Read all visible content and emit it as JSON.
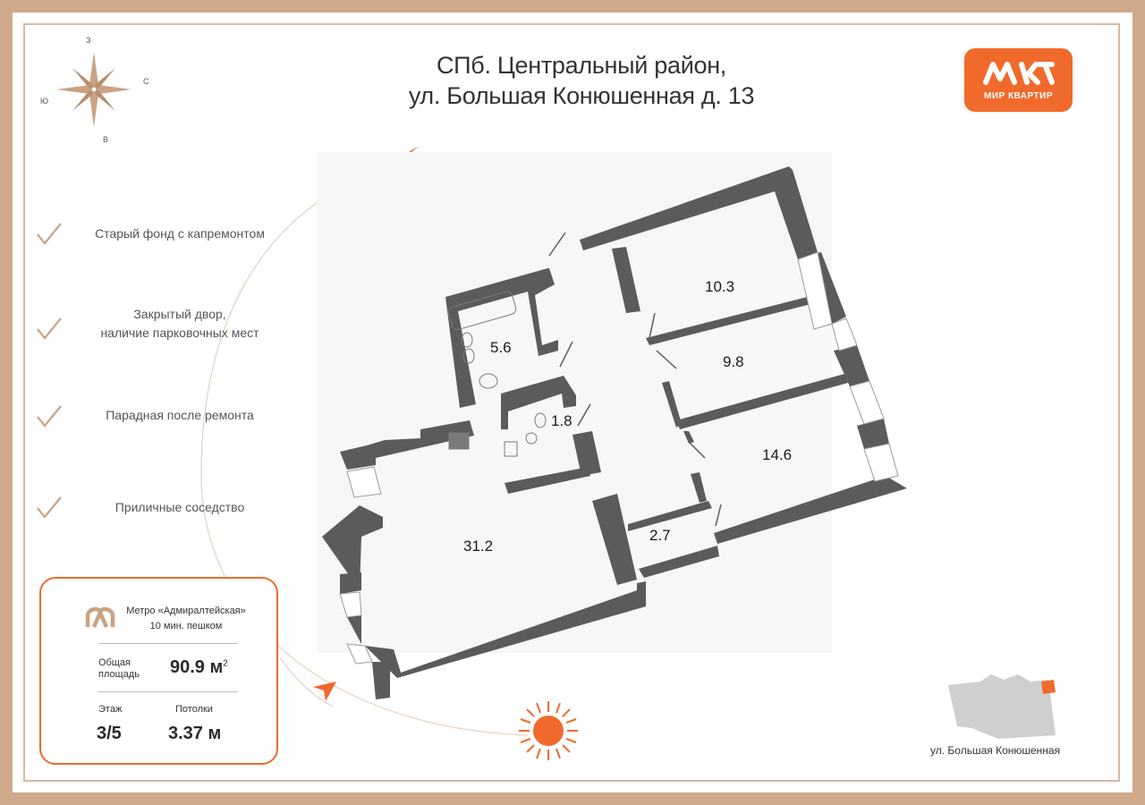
{
  "title": {
    "line1": "СПб. Центральный район,",
    "line2": "ул. Большая Конюшенная д. 13"
  },
  "logo": {
    "text": "МИР КВАРТИР",
    "color": "#f06a2c"
  },
  "compass": {
    "north": "З",
    "east": "С",
    "south": "В",
    "west": "Ю"
  },
  "features": [
    {
      "lines": [
        "Старый фонд с капремонтом"
      ]
    },
    {
      "lines": [
        "Закрытый двор,",
        "наличие парковочных мест"
      ]
    },
    {
      "lines": [
        "Парадная после ремонта"
      ]
    },
    {
      "lines": [
        "Приличные соседство"
      ]
    }
  ],
  "info_card": {
    "metro_line1": "Метро «Адмиралтейская»",
    "metro_line2": "10 мин. пешком",
    "area_label_1": "Общая",
    "area_label_2": "площадь",
    "area_value": "90.9 м",
    "area_unit_sup": "2",
    "floor_label": "Этаж",
    "floor_value": "3/5",
    "ceiling_label": "Потолки",
    "ceiling_value": "3.37 м"
  },
  "rooms": {
    "r1": "10.3",
    "r2": "9.8",
    "r3": "14.6",
    "r4": "5.6",
    "r5": "1.8",
    "r6": "31.2",
    "r7": "2.7"
  },
  "street_label": "ул. Большая Конюшенная",
  "colors": {
    "accent": "#f06a2c",
    "wall": "#5b5b5b",
    "frame": "#cfa98a"
  }
}
